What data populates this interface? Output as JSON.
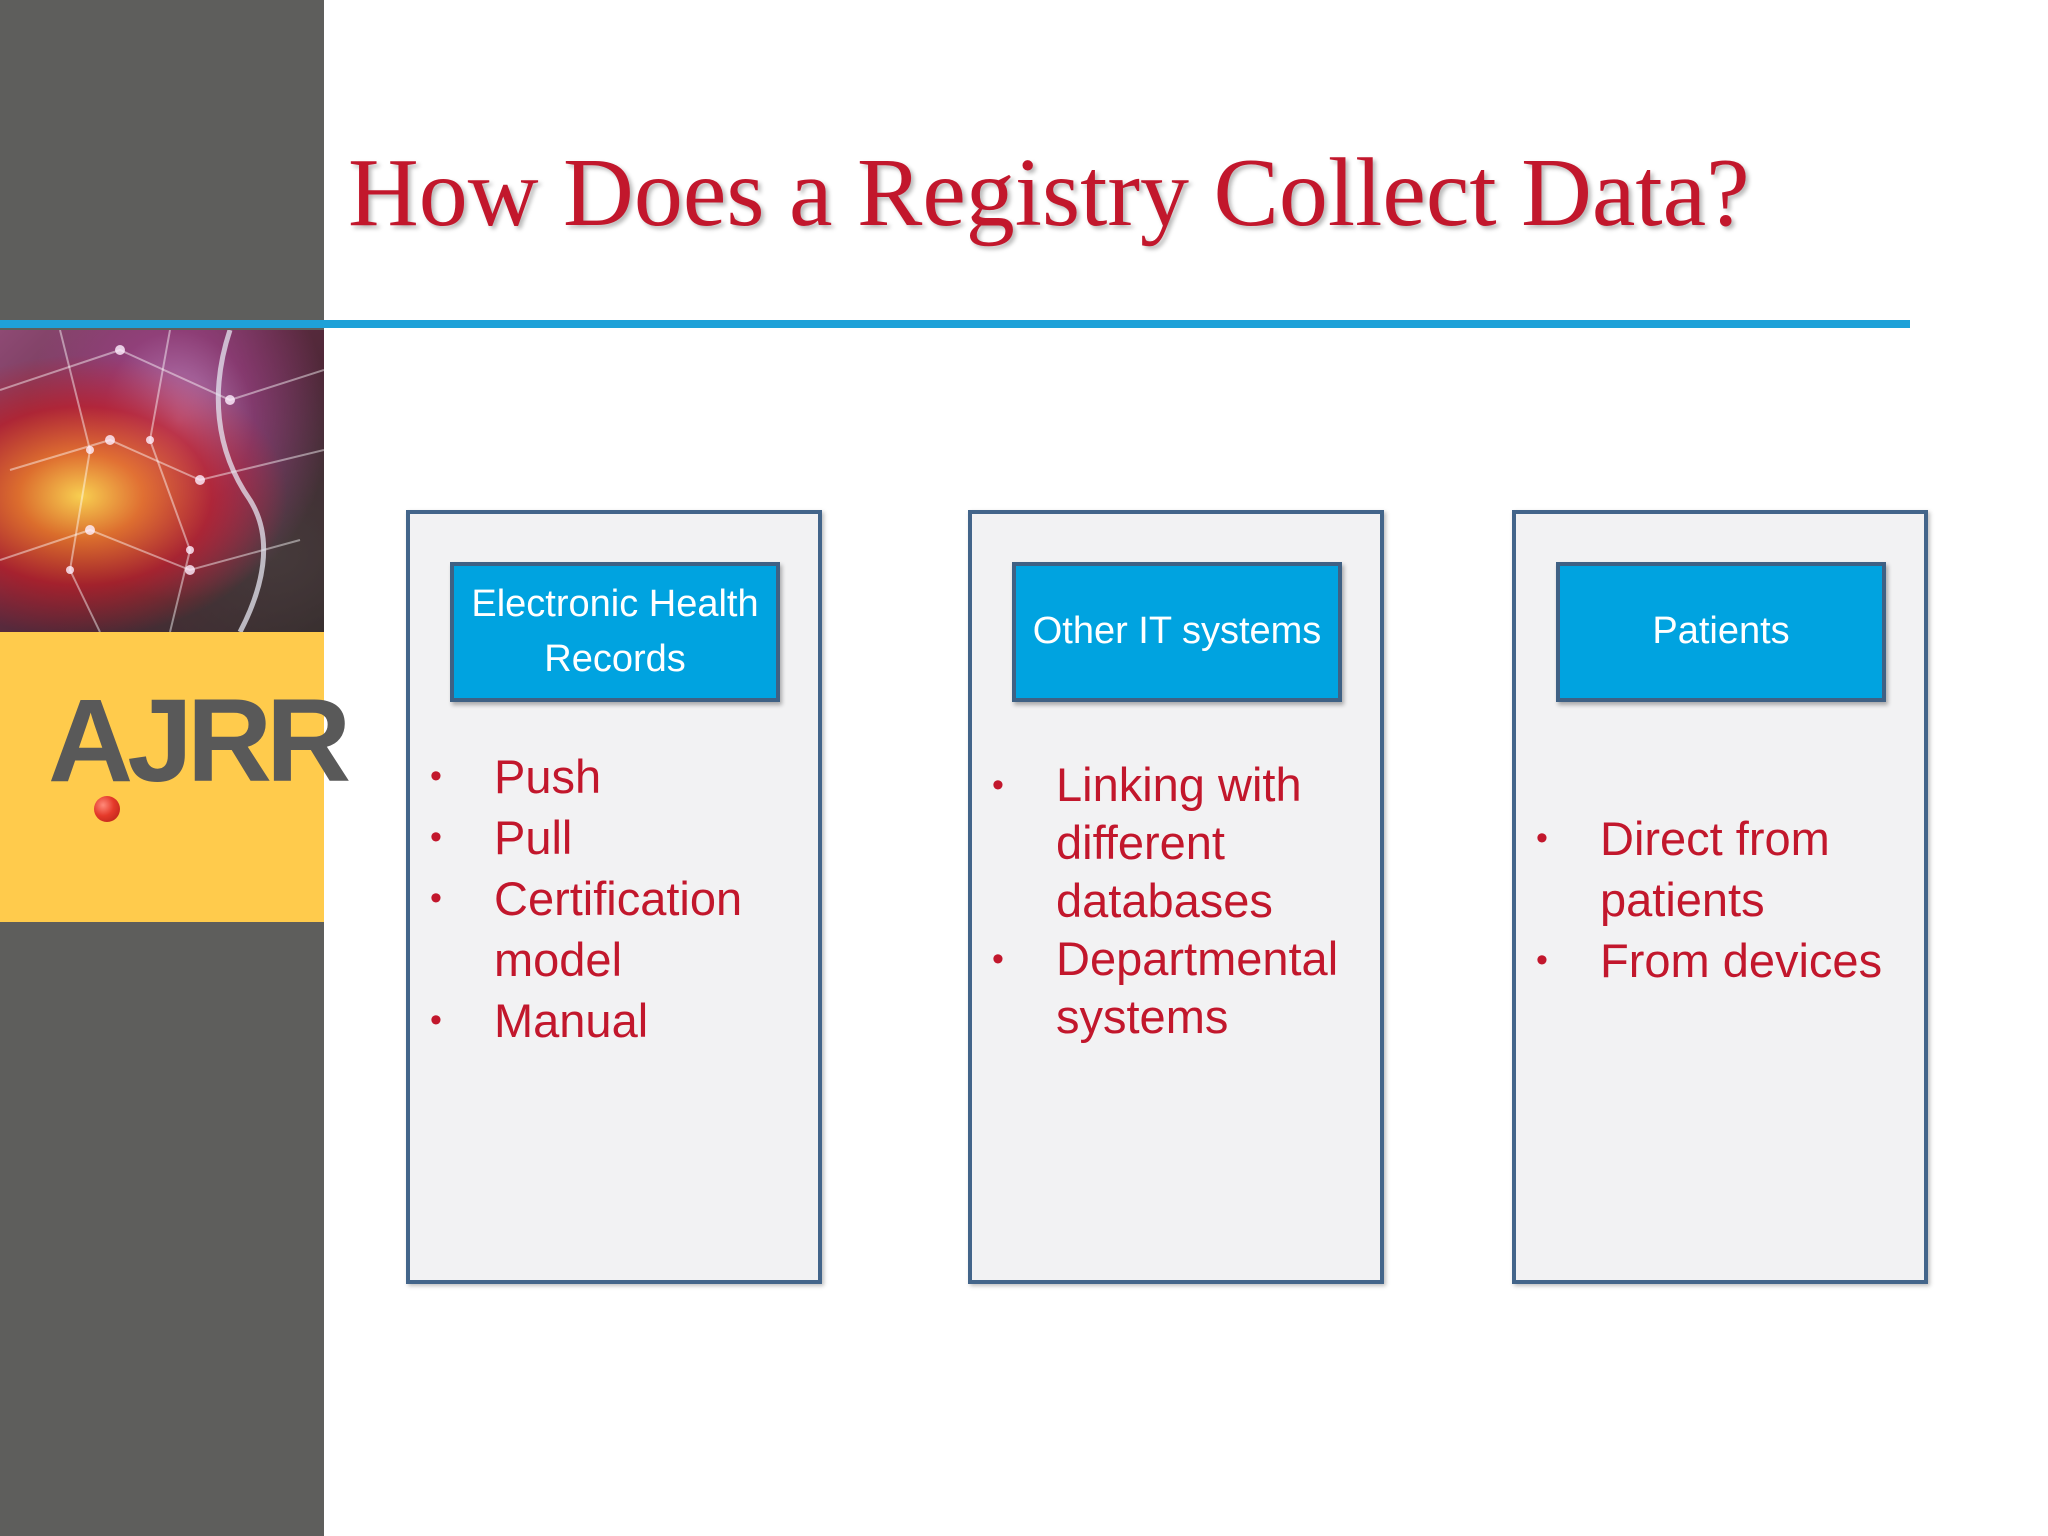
{
  "slide": {
    "title": "How Does a Registry Collect Data?",
    "logo_text": "AJRR"
  },
  "colors": {
    "title_red": "#c2172c",
    "rule_blue": "#1ea1d8",
    "header_blue": "#00a3e0",
    "sidebar_gray": "#5e5e5c",
    "logo_yellow": "#ffcb4c"
  },
  "cards": [
    {
      "header": "Electronic Health Records",
      "bullets": [
        "Push",
        "Pull",
        "Certification model",
        "Manual"
      ]
    },
    {
      "header": "Other IT systems",
      "bullets": [
        "Linking with different databases",
        "Departmental systems"
      ]
    },
    {
      "header": "Patients",
      "bullets": [
        "Direct from patients",
        "From devices"
      ]
    }
  ]
}
